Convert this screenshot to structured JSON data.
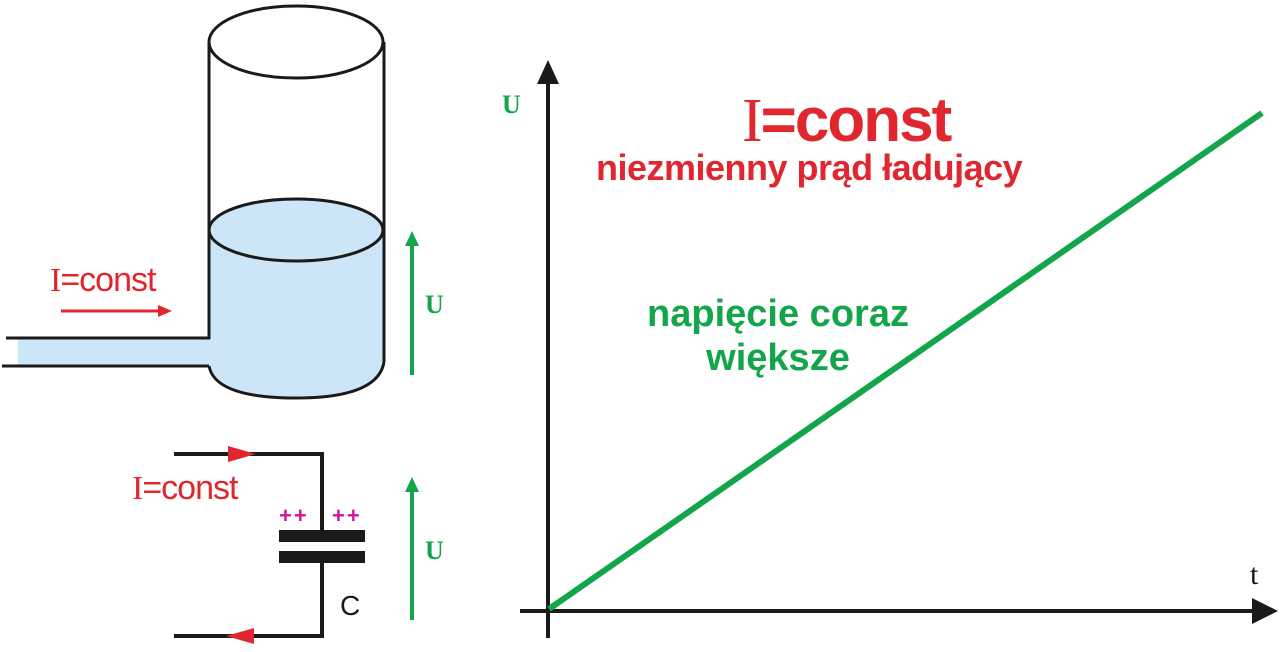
{
  "colors": {
    "red": "#e0262e",
    "green": "#12a54a",
    "water": "#cce6f7",
    "outline": "#1a1a1a",
    "plus": "#d4149a"
  },
  "tank_diagram": {
    "current_label_I": "I",
    "current_label_rest": "=const",
    "voltage_label": "U"
  },
  "capacitor_diagram": {
    "current_label_I": "I",
    "current_label_rest": "=const",
    "plus_left": "++",
    "plus_right": "++",
    "capacitor_label": "C",
    "voltage_label": "U"
  },
  "graph": {
    "y_axis_label": "U",
    "x_axis_label": "t",
    "title_I": "I",
    "title_rest": "=const",
    "subtitle": "niezmienny prąd ładujący",
    "line_caption_line1": "napięcie coraz",
    "line_caption_line2": "większe"
  },
  "chart_data": {
    "type": "line",
    "title": "I=const",
    "subtitle": "niezmienny prąd ładujący",
    "xlabel": "t",
    "ylabel": "U",
    "series": [
      {
        "name": "napięcie coraz większe",
        "x": [
          0,
          1
        ],
        "values": [
          0,
          1
        ]
      }
    ],
    "annotations": [
      "napięcie coraz większe"
    ],
    "grid": false
  }
}
